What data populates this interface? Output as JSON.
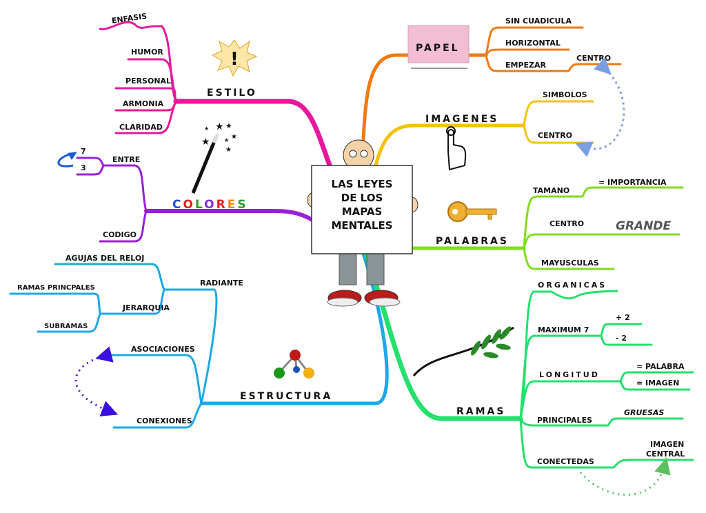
{
  "center": {
    "lines": [
      "LAS LEYES",
      "DE LOS",
      "MAPAS",
      "MENTALES"
    ]
  },
  "colors": {
    "estilo": "#e8179c",
    "colores": "#9a1fd8",
    "estructura": "#1ba8e8",
    "papel": "#f07a10",
    "imagenes": "#f4c20c",
    "palabras": "#7fdc1e",
    "ramas": "#24e06c"
  },
  "estilo": {
    "label": "ESTILO",
    "items": [
      "ENFASIS",
      "HUMOR",
      "PERSONAL",
      "ARMONIA",
      "CLARIDAD"
    ]
  },
  "colores": {
    "letters": [
      "C",
      "O",
      "L",
      "O",
      "R",
      "E",
      "S"
    ],
    "entre": "ENTRE",
    "n7": "7",
    "n3": "3",
    "codigo": "CODIGO"
  },
  "estructura": {
    "label": "ESTRUCTURA",
    "radiante": "RADIANTE",
    "agujas": "AGUJAS DEL RELOJ",
    "jerarquia": "JERARQUIA",
    "ramas_principales": "RAMAS PRINCPALES",
    "subramas": "SUBRAMAS",
    "asociaciones": "ASOCIACIONES",
    "conexiones": "CONEXIONES"
  },
  "papel": {
    "label": "PAPEL",
    "items": [
      "SIN CUADICULA",
      "HORIZONTAL",
      "EMPEZAR"
    ],
    "centro": "CENTRO"
  },
  "imagenes": {
    "label": "IMAGENES",
    "items": [
      "SIMBOLOS",
      "CENTRO"
    ]
  },
  "palabras": {
    "label": "PALABRAS",
    "tamano": "TAMANO",
    "importancia": "= IMPORTANCIA",
    "centro": "CENTRO",
    "grande": "GRANDE",
    "mayusculas": "MAYUSCULAS"
  },
  "ramas": {
    "label": "RAMAS",
    "organicas": "ORGANICAS",
    "maximum": "MAXIMUM 7",
    "plus": "+ 2",
    "minus": "- 2",
    "longitud": "LONGITUD",
    "palabra": "= PALABRA",
    "imagen": "= IMAGEN",
    "principales": "PRINCIPALES",
    "gruesas": "GRUESAS",
    "conectedas": "CONECTEDAS",
    "imagen_central_1": "IMAGEN",
    "imagen_central_2": "CENTRAL"
  }
}
